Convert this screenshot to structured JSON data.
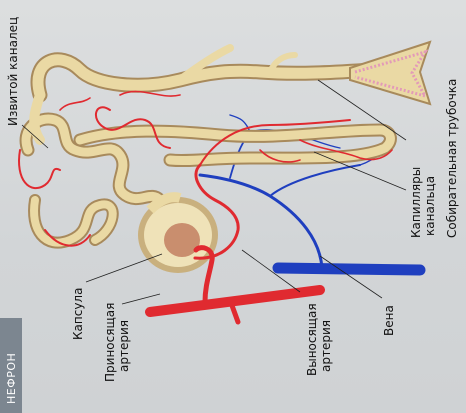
{
  "tag": "НЕФРОН",
  "labels": {
    "convoluted_tubule": "Извитой каналец",
    "collecting_duct": "Собирательная трубочка",
    "capillaries_1": "Капилляры",
    "capillaries_2": "канальца",
    "vein": "Вена",
    "efferent_1": "Выносящая",
    "efferent_2": "артерия",
    "afferent_1": "Приносящая",
    "afferent_2": "артерия",
    "capsule": "Капсула"
  },
  "colors": {
    "tubule": "#e8d49a",
    "tubule_dark": "#a88a5c",
    "artery": "#e02a30",
    "vein": "#1f3fbf",
    "tag_bg": "#7c8690",
    "leader": "#222222"
  }
}
